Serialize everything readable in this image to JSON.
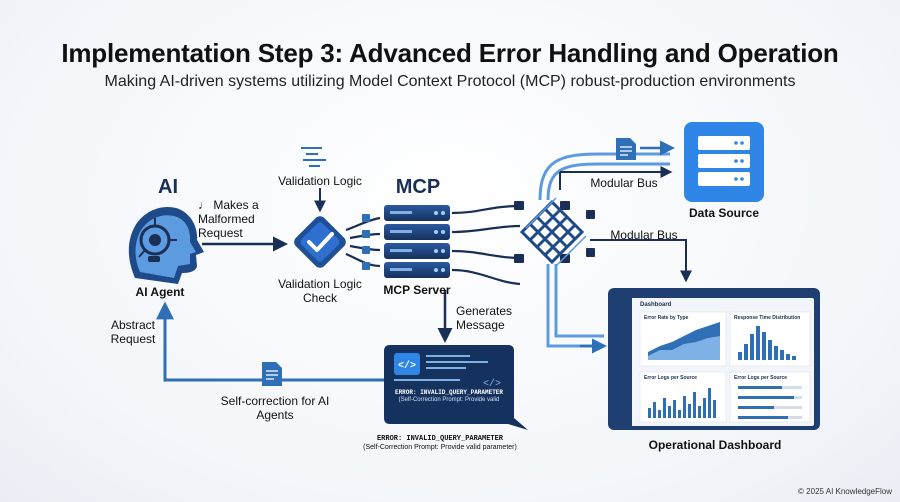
{
  "header": {
    "title": "Implementation Step 3: Advanced Error Handling and Operation",
    "subtitle": "Making AI-driven systems utilizing Model Context Protocol (MCP) robust-production environments"
  },
  "ai": {
    "heading": "AI",
    "label": "AI Agent",
    "request_label": "♩ Makes a Malformed Request",
    "abstract_label": "Abstract Request",
    "selfcorrect_label": "Self-correction for AI Agents"
  },
  "validation": {
    "top_label": "Validation Logic",
    "bottom_label": "Validation Logic Check"
  },
  "mcp": {
    "heading": "MCP",
    "label": "MCP Server",
    "generates_label": "Generates Message"
  },
  "error": {
    "bubble_code": "ERROR: INVALID_QUERY_PARAMETER",
    "bubble_prompt": "(Self-Correction Prompt: Provide valid",
    "caption_code": "ERROR: INVALID_QUERY_PARAMETER",
    "caption_prompt": "(Self-Correction Prompt: Provide valid parameter)"
  },
  "bus": {
    "label_1": "Modular Bus",
    "label_2": "Modular Bus"
  },
  "datasource": {
    "label": "Data Source"
  },
  "dashboard": {
    "label": "Operational Dashboard",
    "inner_title": "Dashboard",
    "panels": [
      "Error Rate by Type",
      "Response Time Distribution",
      "Error Logs per Source",
      "Error Logs per Source"
    ]
  },
  "footer": {
    "copyright": "© 2025 AI KnowledgeFlow"
  },
  "colors": {
    "navy": "#1a2f55",
    "blue": "#2f6fb5",
    "light_blue": "#7fb0e6",
    "accent": "#2b7de9"
  }
}
